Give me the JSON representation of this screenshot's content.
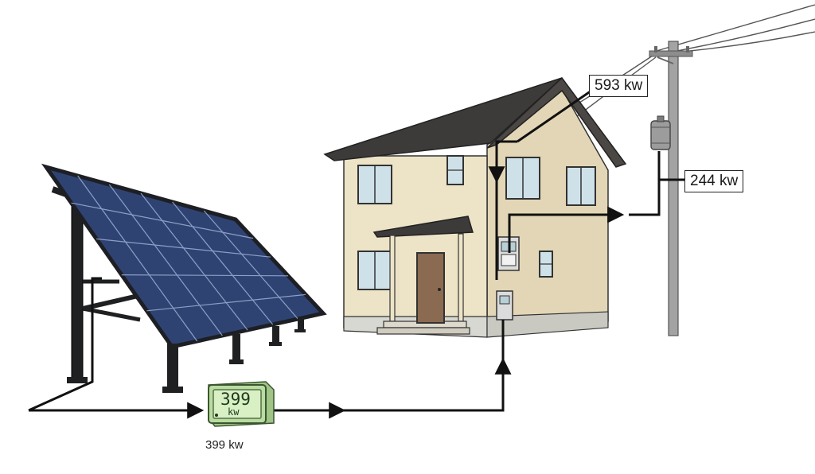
{
  "labels": {
    "grid_import": "593 kw",
    "grid_export": "244 kw",
    "meter_caption": "399 kw"
  },
  "meter_display": {
    "reading": "399",
    "unit": "kw"
  },
  "colors": {
    "panel_cell": "#2f4373",
    "panel_frame": "#1d1f24",
    "roof": "#3d3b39",
    "house_wall": "#ede3c7",
    "door": "#8a6a50",
    "window": "#cfe1e8",
    "meter_body": "#b9dca0",
    "meter_screen": "#d9efc4",
    "pole": "#9a9a9a",
    "wire": "#111111"
  }
}
